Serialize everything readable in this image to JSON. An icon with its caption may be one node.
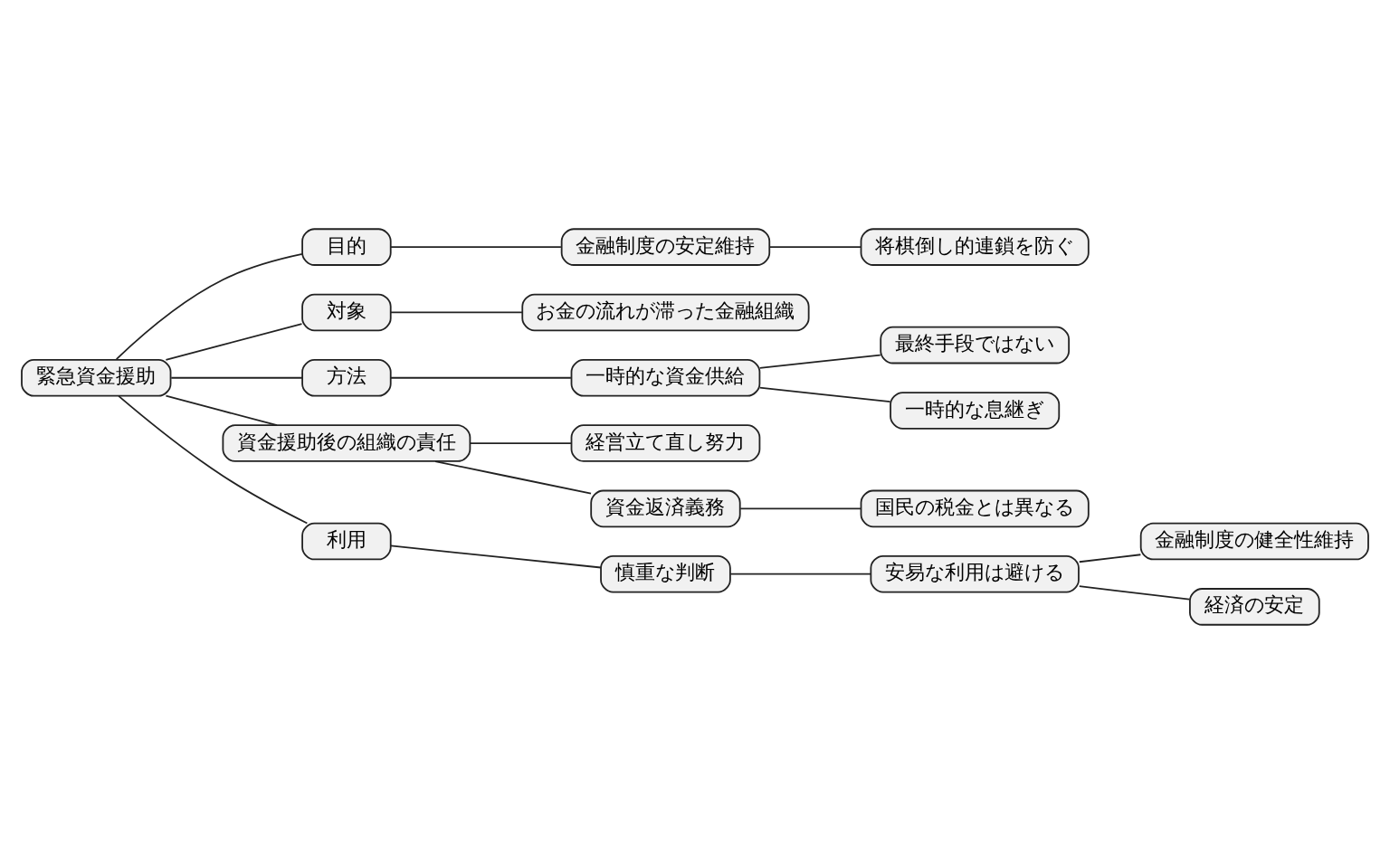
{
  "diagram": {
    "nodes": [
      {
        "text": [
          "緊急資金援助"
        ]
      },
      {
        "text": [
          "目的"
        ]
      },
      {
        "text": [
          "金融制度の安定維持"
        ]
      },
      {
        "text": [
          "将棋倒し的連鎖を防ぐ"
        ]
      },
      {
        "text": [
          "対象"
        ]
      },
      {
        "text": [
          "お金の流れが滞った金融組織"
        ]
      },
      {
        "text": [
          "方法"
        ]
      },
      {
        "text": [
          "一時的な資金供給"
        ]
      },
      {
        "text": [
          "最終手段ではない"
        ]
      },
      {
        "text": [
          "一時的な息継ぎ"
        ]
      },
      {
        "text": [
          "資金援助後の組織の責任"
        ]
      },
      {
        "text": [
          "経営立て直し努力"
        ]
      },
      {
        "text": [
          "資金返済義務"
        ]
      },
      {
        "text": [
          "国民の税金とは異なる"
        ]
      },
      {
        "text": [
          "利用"
        ]
      },
      {
        "text": [
          "慎重な判断"
        ]
      },
      {
        "text": [
          "安易な利用は避ける"
        ]
      },
      {
        "text": [
          "金融制度の健全性維持"
        ]
      },
      {
        "text": [
          "経済の安定"
        ]
      }
    ],
    "edges": [
      {
        "from": 0,
        "to": 1,
        "arrow": "none"
      },
      {
        "from": 1,
        "to": 2,
        "arrow": "none"
      },
      {
        "from": 2,
        "to": 3,
        "arrow": "none"
      },
      {
        "from": 0,
        "to": 4,
        "arrow": "none"
      },
      {
        "from": 4,
        "to": 5,
        "arrow": "none"
      },
      {
        "from": 0,
        "to": 6,
        "arrow": "none"
      },
      {
        "from": 6,
        "to": 7,
        "arrow": "none"
      },
      {
        "from": 7,
        "to": 8,
        "arrow": "none"
      },
      {
        "from": 7,
        "to": 9,
        "arrow": "none"
      },
      {
        "from": 0,
        "to": 10,
        "arrow": "none"
      },
      {
        "from": 10,
        "to": 11,
        "arrow": "none"
      },
      {
        "from": 10,
        "to": 12,
        "arrow": "none"
      },
      {
        "from": 12,
        "to": 13,
        "arrow": "none"
      },
      {
        "from": 0,
        "to": 14,
        "arrow": "none"
      },
      {
        "from": 14,
        "to": 15,
        "arrow": "none"
      },
      {
        "from": 15,
        "to": 16,
        "arrow": "none"
      },
      {
        "from": 16,
        "to": 17,
        "arrow": "none"
      },
      {
        "from": 16,
        "to": 18,
        "arrow": "none"
      }
    ]
  }
}
